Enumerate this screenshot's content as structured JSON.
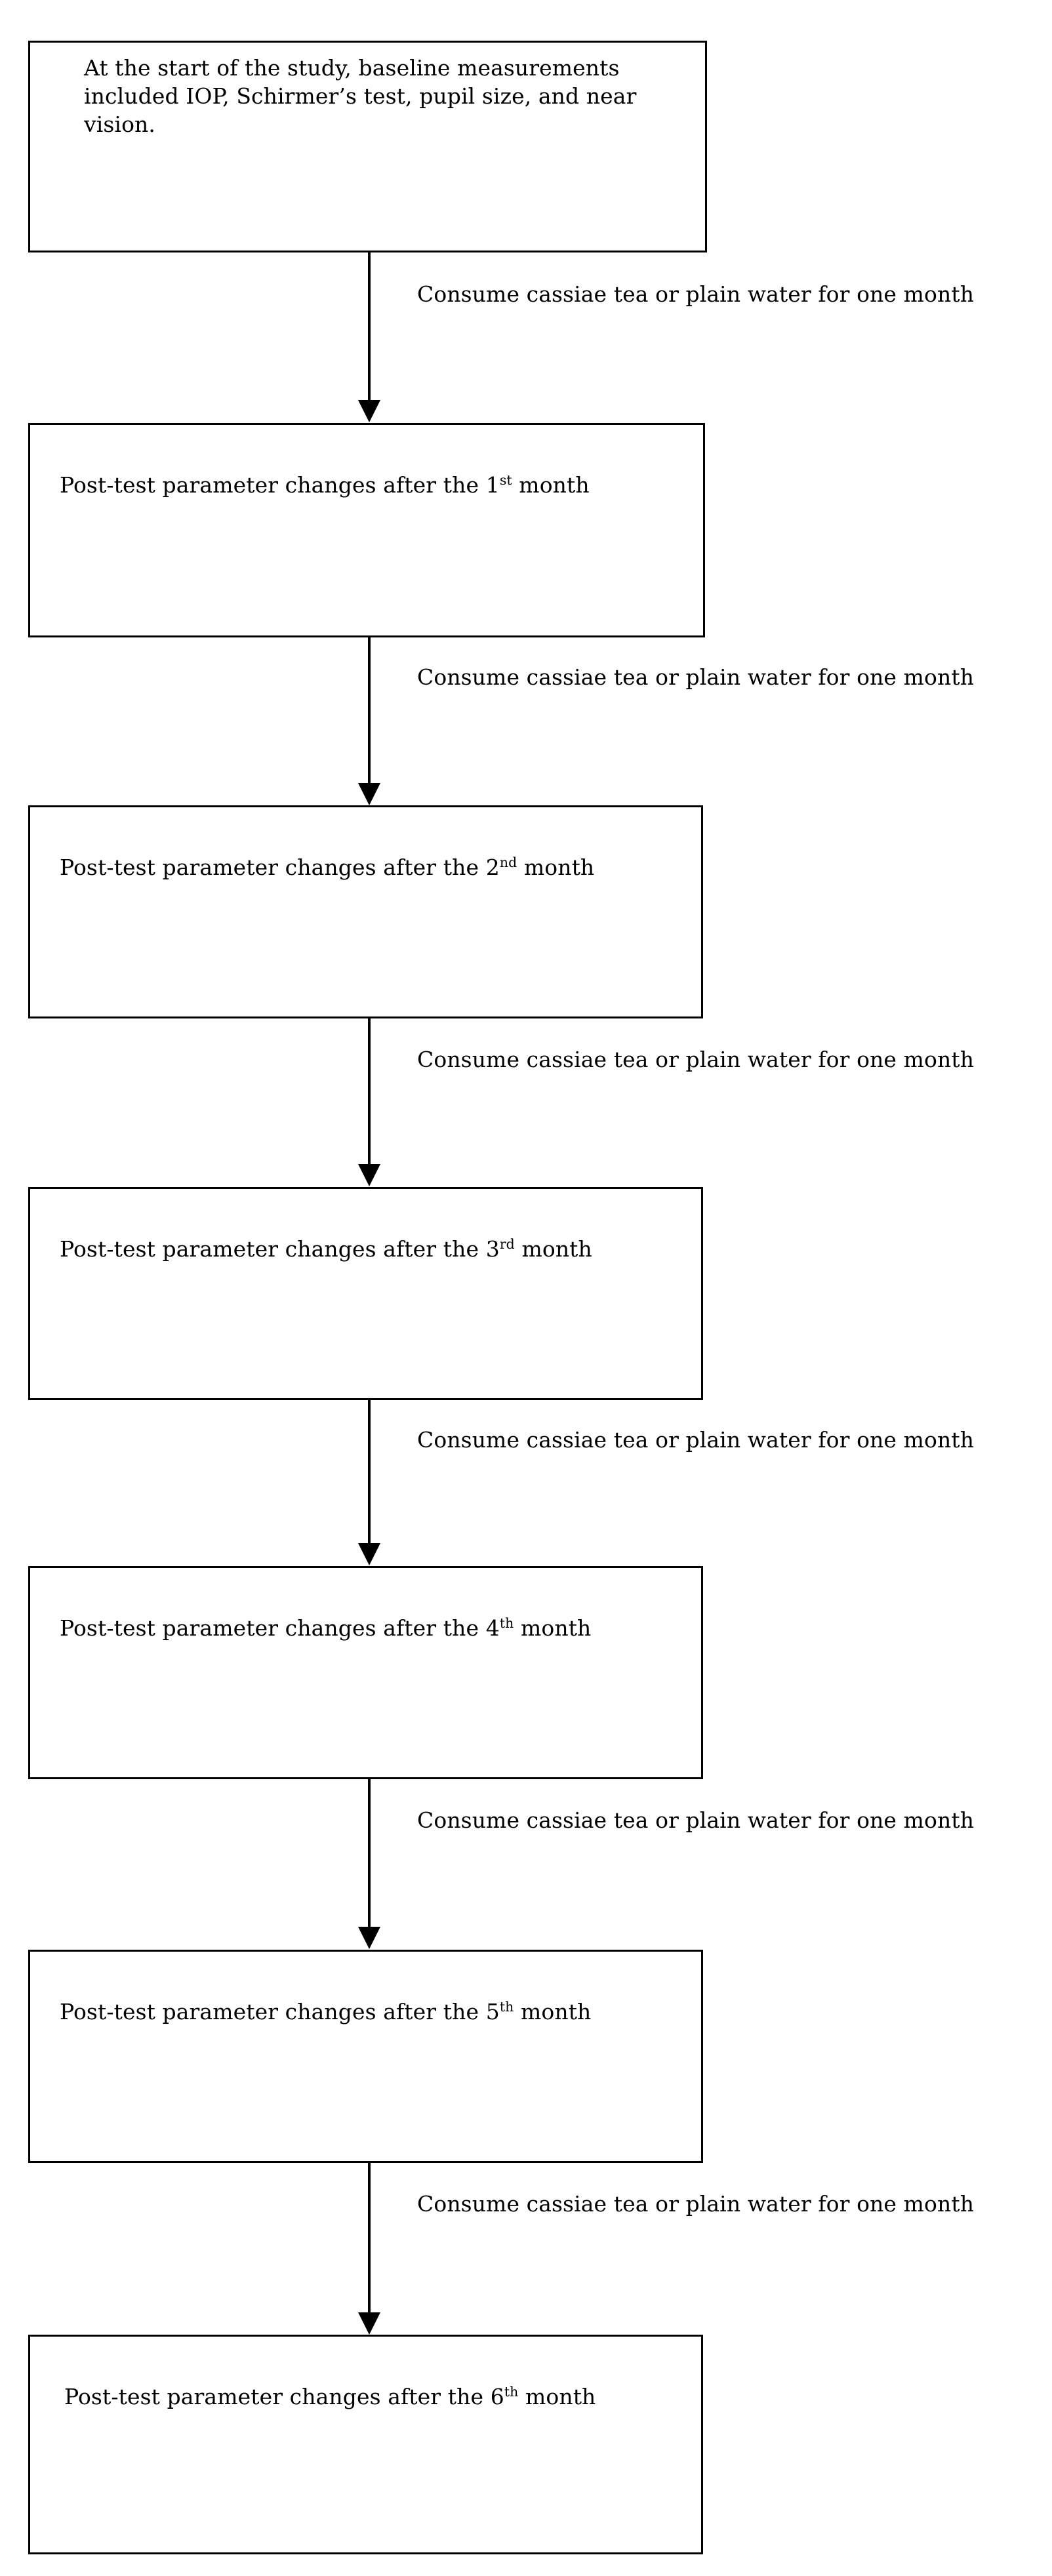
{
  "diagram": {
    "title": "Study timeline flowchart",
    "type": "flowchart",
    "orientation": "vertical",
    "colors": {
      "background": "#ffffff",
      "box_border": "#000000",
      "text": "#000000",
      "arrow": "#000000"
    },
    "nodes": [
      {
        "id": "baseline",
        "text": "At the start of the study, baseline measurements included IOP, Schirmer’s test, pupil size, and near vision.",
        "lines": [
          "At the start of the study, baseline",
          "measurements included IOP,",
          "Schirmer’s test, pupil size, and near",
          "vision."
        ]
      },
      {
        "id": "month-1",
        "text_before": "Post-test parameter changes after the ",
        "number": "1",
        "ordinal": "st",
        "text_after": " month"
      },
      {
        "id": "month-2",
        "text_before": "Post-test parameter changes after the ",
        "number": "2",
        "ordinal": "nd",
        "text_after": " month"
      },
      {
        "id": "month-3",
        "text_before": "Post-test parameter changes after the ",
        "number": "3",
        "ordinal": "rd",
        "text_after": " month"
      },
      {
        "id": "month-4",
        "text_before": "Post-test parameter changes after the ",
        "number": "4",
        "ordinal": "th",
        "text_after": " month"
      },
      {
        "id": "month-5",
        "text_before": "Post-test parameter changes after the ",
        "number": "5",
        "ordinal": "th",
        "text_after": " month"
      },
      {
        "id": "month-6",
        "text_before": "Post-test parameter changes after the ",
        "number": "6",
        "ordinal": "th",
        "text_after": " month"
      }
    ],
    "edges": [
      {
        "id": "edge-1",
        "label": "Consume cassiae tea or plain water for one month"
      },
      {
        "id": "edge-2",
        "label": "Consume cassiae tea or plain water for one month"
      },
      {
        "id": "edge-3",
        "label": "Consume cassiae tea or plain water for one month"
      },
      {
        "id": "edge-4",
        "label": "Consume cassiae tea or plain water for one month"
      },
      {
        "id": "edge-5",
        "label": "Consume cassiae tea or plain water for one month"
      },
      {
        "id": "edge-6",
        "label": "Consume cassiae tea or plain water for one month"
      }
    ]
  }
}
